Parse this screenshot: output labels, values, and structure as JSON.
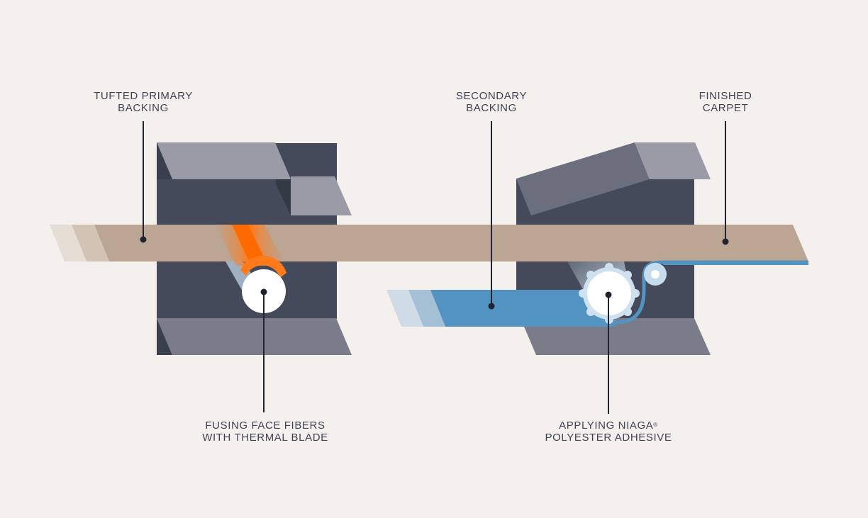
{
  "colors": {
    "background": "#f3f0ed",
    "machine_dark": "#444a5a",
    "machine_mid": "#6b6e7d",
    "machine_light": "#9a9ba6",
    "carpet": "#bba593",
    "carpet_fade_1": "#e6ddd4",
    "carpet_fade_2": "#d2c3b5",
    "adhesive_blue": "#5393c2",
    "blue_fade_1": "#cfdbe5",
    "blue_fade_2": "#a5bfd4",
    "blade_orange": "#ff7a1a",
    "roller_white": "#ffffff",
    "label_text": "#3f4453",
    "leader_line": "#1f2430"
  },
  "labels": {
    "tufted_primary_backing": {
      "line1": "TUFTED PRIMARY",
      "line2": "BACKING"
    },
    "secondary_backing": {
      "line1": "SECONDARY",
      "line2": "BACKING"
    },
    "finished_carpet": {
      "line1": "FINISHED",
      "line2": "CARPET"
    },
    "fusing_face_fibers": {
      "line1": "FUSING FACE FIBERS",
      "line2": "WITH THERMAL BLADE"
    },
    "applying_adhesive": {
      "line1": "APPLYING NIAGA",
      "trademark": "®",
      "line2": "POLYESTER ADHESIVE"
    }
  }
}
